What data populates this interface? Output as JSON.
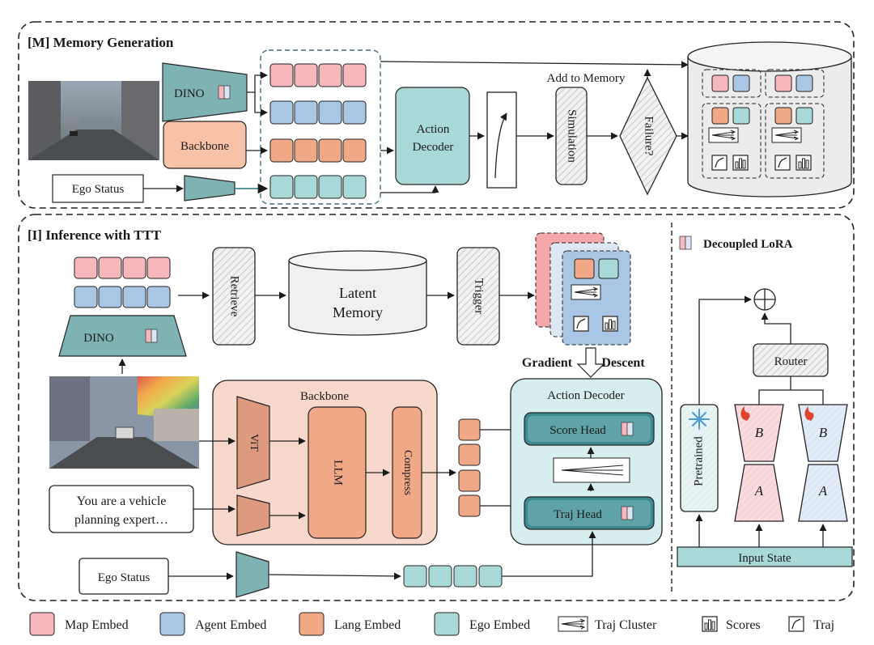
{
  "colors": {
    "map": "#f6b8bc",
    "agent": "#a9c6e4",
    "lang": "#f0a887",
    "ego": "#a8d8d8",
    "teal_dark": "#3f8a8f",
    "backbone_bg": "#f8d8cb",
    "decoder_bg": "#d6eeee",
    "grey": "#ececec"
  },
  "memory_generation": {
    "title": "[M] Memory Generation",
    "dino": "DINO",
    "backbone": "Backbone",
    "ego_status": "Ego Status",
    "action_decoder": [
      "Action",
      "Decoder"
    ],
    "simulation": "Simulation",
    "failure": "Failure?",
    "add_to_memory": "Add to Memory",
    "photo_icon": "city-street-photo"
  },
  "inference": {
    "title": "[I] Inference with TTT",
    "dino": "DINO",
    "retrieve": "Retrieve",
    "latent_memory": [
      "Latent",
      "Memory"
    ],
    "trigger": "Trigger",
    "gradient": "Gradient",
    "descent": "Descent",
    "backbone": "Backbone",
    "vit": "ViT",
    "llm": "LLM",
    "compress": "Compress",
    "prompt": [
      "You are a vehicle",
      "planning expert…"
    ],
    "ego_status": "Ego Status",
    "action_decoder": "Action Decoder",
    "score_head": "Score Head",
    "traj_head": "Traj Head",
    "photo_icon": "road-scene-photo"
  },
  "lora": {
    "title": "Decoupled LoRA",
    "router": "Router",
    "pretrained": "Pretrained",
    "b": "B",
    "a": "A",
    "input_state": "Input State",
    "snowflake_icon": "snowflake-icon",
    "fire_icon": "fire-icon"
  },
  "legend": {
    "map": "Map Embed",
    "agent": "Agent Embed",
    "lang": "Lang Embed",
    "ego": "Ego Embed",
    "traj_cluster": "Traj Cluster",
    "scores": "Scores",
    "traj": "Traj"
  }
}
